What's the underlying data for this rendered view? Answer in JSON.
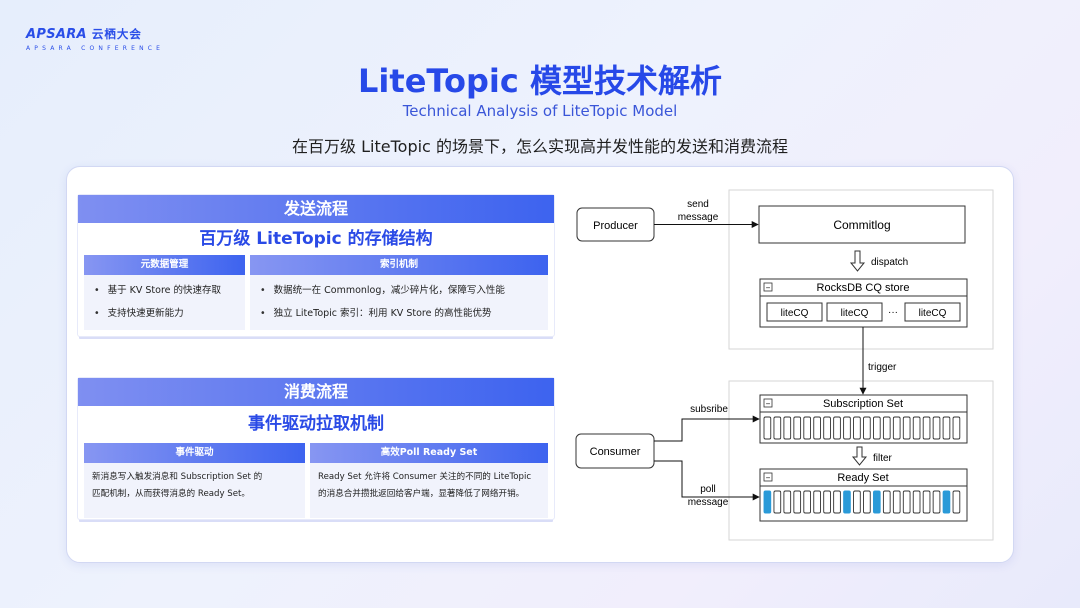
{
  "logo": {
    "brand": "APSARA",
    "cn": "云栖大会",
    "sub": "APSARA CONFERENCE"
  },
  "title": "LiteTopic 模型技术解析",
  "subtitle_en": "Technical Analysis of LiteTopic Model",
  "subtitle_cn": "在百万级 LiteTopic 的场景下，怎么实现高并发性能的发送和消费流程",
  "send_card": {
    "header": "发送流程",
    "subtitle": "百万级 LiteTopic 的存储结构",
    "col1": {
      "header": "元数据管理",
      "items": [
        "基于 KV Store 的快速存取",
        "支持快速更新能力"
      ]
    },
    "col2": {
      "header": "索引机制",
      "items": [
        "数据统一在 Commonlog，减少碎片化，保障写入性能",
        "独立 LiteTopic 索引：利用 KV Store 的高性能优势"
      ]
    }
  },
  "consume_card": {
    "header": "消费流程",
    "subtitle": "事件驱动拉取机制",
    "col1": {
      "header": "事件驱动",
      "lines": [
        "新消息写入触发消息和 Subscription Set 的",
        "匹配机制，从而获得消息的 Ready Set。"
      ]
    },
    "col2": {
      "header": "高效Poll Ready Set",
      "lines": [
        "Ready Set 允许将 Consumer 关注的不同的 LiteTopic",
        "的消息合并攒批返回给客户端，显著降低了网络开销。"
      ]
    }
  },
  "diagram": {
    "producer": "Producer",
    "consumer": "Consumer",
    "commitlog": "Commitlog",
    "rocksdb": "RocksDB CQ store",
    "litecq": [
      "liteCQ",
      "liteCQ",
      "liteCQ"
    ],
    "ellipsis": "···",
    "subscription_set": "Subscription Set",
    "ready_set": "Ready Set",
    "edge_send_1": "send",
    "edge_send_2": "message",
    "edge_dispatch": "dispatch",
    "edge_trigger": "trigger",
    "edge_subscribe": "subsribe",
    "edge_filter": "filter",
    "edge_poll_1": "poll",
    "edge_poll_2": "message",
    "minus": "−",
    "ready_slots": [
      1,
      0,
      0,
      0,
      0,
      0,
      0,
      0,
      1,
      0,
      0,
      1,
      0,
      0,
      0,
      0,
      0,
      0,
      1,
      0
    ]
  },
  "colors": {
    "accent": "#2749e8",
    "slot_filled": "#2a9ad8"
  }
}
